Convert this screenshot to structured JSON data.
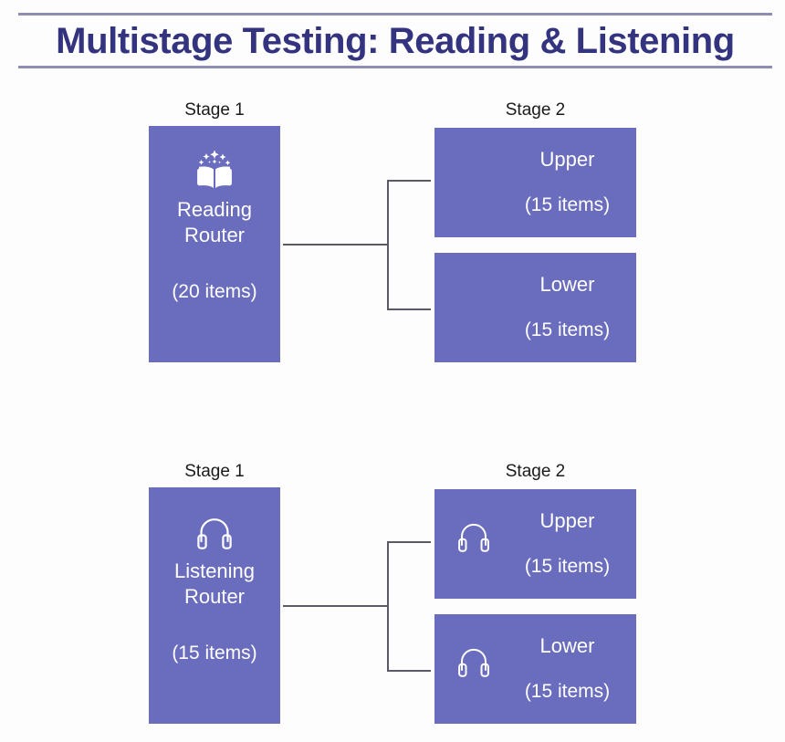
{
  "header": {
    "title": "Multistage Testing: Reading & Listening",
    "rule_color": "#8e8eb4",
    "title_color": "#33337f"
  },
  "theme": {
    "node_fill": "#6a6cbe",
    "node_text": "#ffffff",
    "connector_color": "#5a5a66",
    "label_color": "#1a1a1a",
    "background": "#fdfdfd"
  },
  "diagram": {
    "type": "flow",
    "sections": [
      {
        "id": "reading",
        "stage1_label": "Stage 1",
        "stage2_label": "Stage 2",
        "router": {
          "name": "Reading\nRouter",
          "count": "(20 items)",
          "icon": "open-book-sparkles-icon"
        },
        "branches": [
          {
            "name": "Upper",
            "count": "(15 items)",
            "icon": null
          },
          {
            "name": "Lower",
            "count": "(15 items)",
            "icon": null
          }
        ]
      },
      {
        "id": "listening",
        "stage1_label": "Stage 1",
        "stage2_label": "Stage 2",
        "router": {
          "name": "Listening\nRouter",
          "count": "(15 items)",
          "icon": "headphones-icon"
        },
        "branches": [
          {
            "name": "Upper",
            "count": "(15 items)",
            "icon": "headphones-icon"
          },
          {
            "name": "Lower",
            "count": "(15 items)",
            "icon": "headphones-icon"
          }
        ]
      }
    ]
  }
}
